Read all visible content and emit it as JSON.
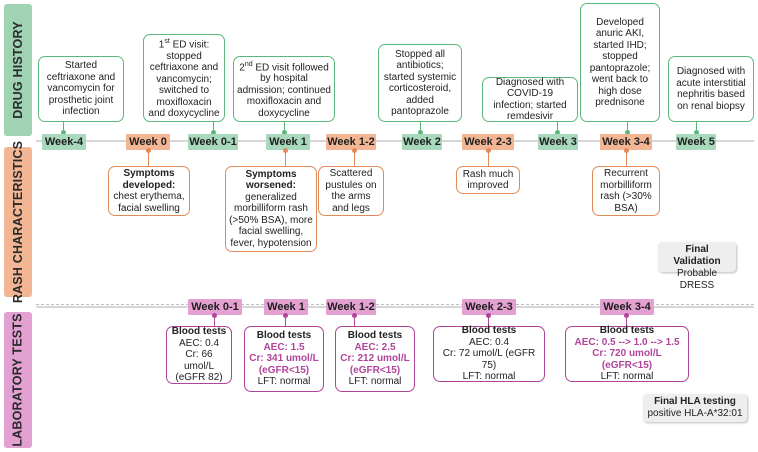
{
  "sections": {
    "drug": "DRUG HISTORY",
    "rash": "RASH CHARACTERISTICS",
    "lab": "LABORATORY TESTS"
  },
  "drug_timeline": [
    {
      "week": "Week-4",
      "text": "Started ceftriaxone and vancomycin for prosthetic joint infection"
    },
    {
      "week": "Week 0-1",
      "text_sup_num": "1",
      "text_sup": "st",
      "text": "ED visit: stopped ceftriaxone and vancomycin; switched to moxifloxacin and doxycycline"
    },
    {
      "week": "Week 1",
      "text_sup_num": "2",
      "text_sup": "nd",
      "text": "ED visit followed by hospital admission; continued moxifloxacin and doxycycline"
    },
    {
      "week": "Week 2",
      "text": "Stopped all antibiotics; started systemic corticosteroid, added pantoprazole"
    },
    {
      "week": "Week 3",
      "text": "Diagnosed with COVID-19 infection; started remdesivir"
    },
    {
      "week": "Week 3-4",
      "text": "Developed anuric AKI, started IHD; stopped pantoprazole; went back to high dose prednisone"
    },
    {
      "week": "Week 5",
      "text": "Diagnosed with acute interstitial nephritis based on renal biopsy"
    }
  ],
  "rash_timeline": [
    {
      "week": "Week 0",
      "bold": "Symptoms developed:",
      "text": "chest erythema, facial swelling"
    },
    {
      "week": "Week 1",
      "bold": "Symptoms worsened:",
      "text": "generalized morbilliform rash (>50% BSA), more facial swelling, fever, hypotension"
    },
    {
      "week": "Week 1-2",
      "bold": "",
      "text": "Scattered pustules on the arms and legs"
    },
    {
      "week": "Week 2-3",
      "bold": "",
      "text": "Rash much improved"
    },
    {
      "week": "Week 3-4",
      "bold": "",
      "text": "Recurrent morbilliform rash (>30% BSA)"
    }
  ],
  "final_validation": {
    "title": "Final Validation",
    "value": "Probable DRESS"
  },
  "lab_timeline": [
    {
      "week": "Week 0-1",
      "title": "Blood tests",
      "aec": "AEC: 0.4",
      "cr": "Cr: 66 umol/L (eGFR 82)",
      "lft": ""
    },
    {
      "week": "Week 1",
      "title": "Blood tests",
      "aec": "AEC: 1.5",
      "cr": "Cr: 341 umol/L (eGFR<15)",
      "lft": "LFT: normal"
    },
    {
      "week": "Week 1-2",
      "title": "Blood tests",
      "aec": "AEC: 2.5",
      "cr": "Cr: 212 umol/L (eGFR<15)",
      "lft": "LFT: normal"
    },
    {
      "week": "Week 2-3",
      "title": "Blood tests",
      "aec": "AEC: 0.4",
      "cr": "Cr: 72 umol/L (eGFR 75)",
      "lft": "LFT: normal"
    },
    {
      "week": "Week 3-4",
      "title": "Blood tests",
      "aec": "AEC: 0.5 --> 1.0 --> 1.5",
      "cr": "Cr: 720 umol/L (eGFR<15)",
      "lft": "LFT: normal"
    }
  ],
  "final_hla": {
    "title": "Final HLA testing",
    "value": "positive HLA-A*32:01"
  },
  "colors": {
    "green": "#5bb87a",
    "orange": "#e08a5a",
    "magenta": "#b1449a"
  }
}
